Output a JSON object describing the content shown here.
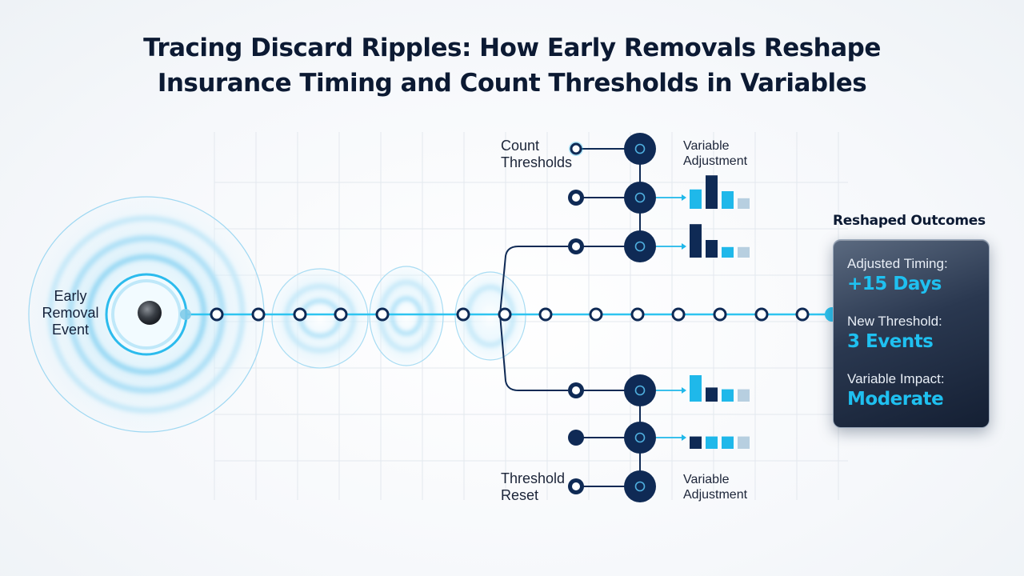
{
  "title": {
    "line1": "Tracing Discard Ripples: How Early Removals Reshape",
    "line2": "Insurance Timing and Count Thresholds in Variables"
  },
  "labels": {
    "early_line1": "Early",
    "early_line2": "Removal",
    "early_line3": "Event",
    "count_line1": "Count",
    "count_line2": "Thresholds",
    "reset_line1": "Threshold",
    "reset_line2": "Reset",
    "var_line1": "Variable",
    "var_line2": "Adjustment"
  },
  "outcomes": {
    "title": "Reshaped Outcomes",
    "items": [
      {
        "label": "Adjusted Timing:",
        "value": "+15 Days"
      },
      {
        "label": "New Threshold:",
        "value": "3 Events"
      },
      {
        "label": "Variable Impact:",
        "value": "Moderate"
      }
    ]
  },
  "colors": {
    "navy": "#0f2a55",
    "cyan": "#1fb8ea",
    "light_blue": "#b7cfe0",
    "timeline": "#2ec4f0"
  },
  "branches": {
    "upper": [
      {
        "bars": []
      },
      {
        "bars": [
          [
            "cyan",
            0.55
          ],
          [
            "navy",
            0.95
          ],
          [
            "cyan",
            0.5
          ],
          [
            "light",
            0.3
          ]
        ]
      },
      {
        "bars": [
          [
            "navy",
            0.95
          ],
          [
            "navy",
            0.5
          ],
          [
            "cyan",
            0.3
          ],
          [
            "light",
            0.3
          ]
        ]
      }
    ],
    "lower": [
      {
        "bars": [
          [
            "cyan",
            0.75
          ],
          [
            "navy",
            0.4
          ],
          [
            "cyan",
            0.35
          ],
          [
            "light",
            0.35
          ]
        ]
      },
      {
        "bars": [
          [
            "navy",
            0.35
          ],
          [
            "cyan",
            0.35
          ],
          [
            "cyan",
            0.35
          ],
          [
            "light",
            0.35
          ]
        ]
      },
      {
        "bars": []
      }
    ]
  }
}
